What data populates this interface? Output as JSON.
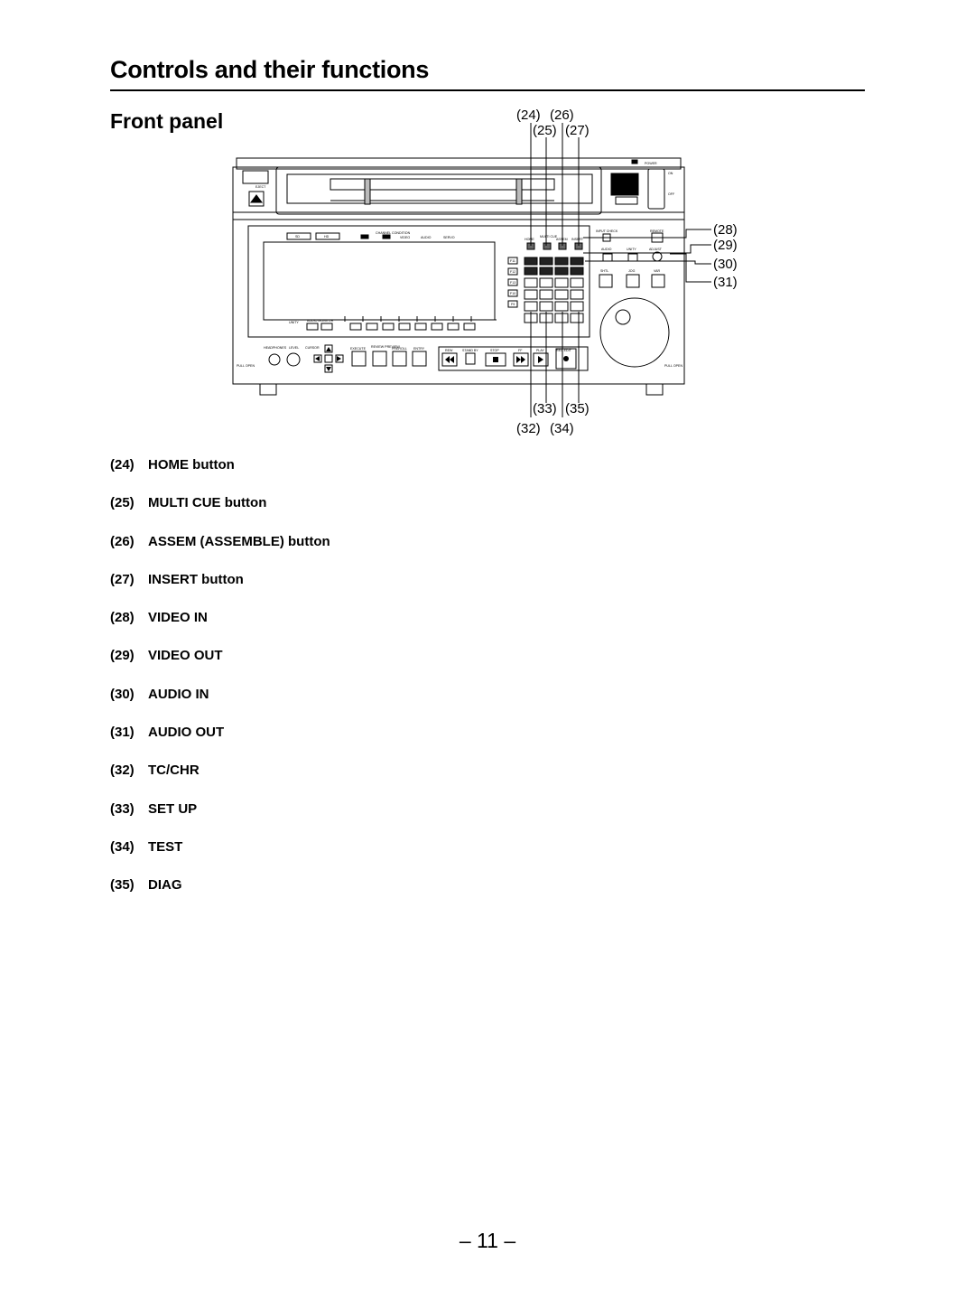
{
  "header": {
    "title": "Controls and their functions"
  },
  "section": {
    "title": "Front panel"
  },
  "diagram": {
    "callouts": {
      "c24": "(24)",
      "c25": "(25)",
      "c26": "(26)",
      "c27": "(27)",
      "c28": "(28)",
      "c29": "(29)",
      "c30": "(30)",
      "c31": "(31)",
      "c32": "(32)",
      "c33": "(33)",
      "c34": "(34)",
      "c35": "(35)"
    },
    "panel_labels": {
      "eject": "EJECT",
      "power": "POWER",
      "on": "ON",
      "off": "OFF",
      "sd": "SD",
      "hd": "HD",
      "channel_condition": "CHANNEL CONDITION",
      "video": "VIDEO",
      "audio": "AUDIO",
      "servo": "SERVO",
      "home": "HOME",
      "multi_cue": "MULTI CUE",
      "assem": "ASSEM",
      "insert": "INSERT",
      "input_check": "INPUT CHECK",
      "remote": "REMOTE",
      "unity": "UNITY",
      "adjust": "ADJUST",
      "shtl": "SHTL",
      "jog": "JOG",
      "var": "VAR",
      "audio_monitor": "AUDIO MONITOR",
      "headphones": "HEADPHONES",
      "level": "LEVEL",
      "cursor": "CURSOR",
      "execute": "EXECUTE",
      "review_preview": "REVIEW PREVIEW",
      "prerol": "PREROLL",
      "entry": "ENTRY",
      "rew": "REW",
      "stand_by": "STAND BY",
      "stop": "STOP",
      "ff": "FF",
      "play": "PLAY",
      "rec_edit": "REC EDIT",
      "pull_open": "PULL OPEN",
      "f_keys": [
        "F11",
        "F12",
        "F13",
        "F10",
        "F9"
      ]
    }
  },
  "items": [
    {
      "num": "(24)",
      "label": "HOME button"
    },
    {
      "num": "(25)",
      "label": "MULTI CUE button"
    },
    {
      "num": "(26)",
      "label": "ASSEM (ASSEMBLE) button"
    },
    {
      "num": "(27)",
      "label": "INSERT button"
    },
    {
      "num": "(28)",
      "label": "VIDEO IN"
    },
    {
      "num": "(29)",
      "label": "VIDEO OUT"
    },
    {
      "num": "(30)",
      "label": "AUDIO IN"
    },
    {
      "num": "(31)",
      "label": "AUDIO OUT"
    },
    {
      "num": "(32)",
      "label": "TC/CHR"
    },
    {
      "num": "(33)",
      "label": "SET UP"
    },
    {
      "num": "(34)",
      "label": "TEST"
    },
    {
      "num": "(35)",
      "label": "DIAG"
    }
  ],
  "footer": {
    "page_number": "– 11 –"
  }
}
